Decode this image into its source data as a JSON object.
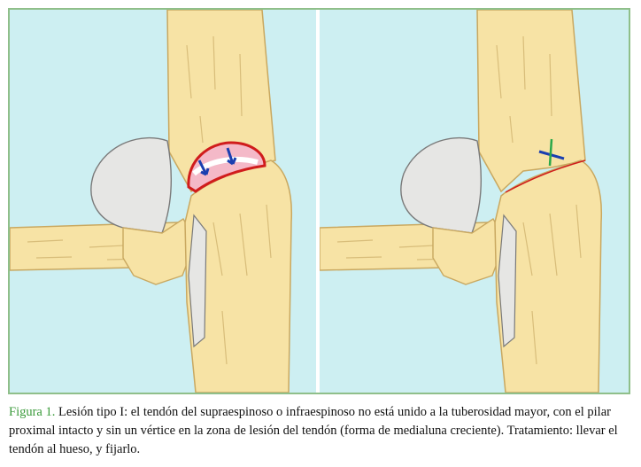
{
  "colors": {
    "background": "#cdeff2",
    "bone": "#f7e3a5",
    "bone_edge": "#c9a860",
    "head": "#e6e6e4",
    "tear_outline": "#d01c1c",
    "tear_fill": "#f4b9c8",
    "arrow": "#1a3fb0",
    "frame": "#8fbf8a",
    "caption_label": "#3a9a3a"
  },
  "figure": {
    "panels": [
      {
        "name": "before-repair",
        "shows": "crescent-tear-with-arrows"
      },
      {
        "name": "after-repair",
        "shows": "tendon-fixed-with-suture"
      }
    ]
  },
  "caption": {
    "label": "Figura 1.",
    "text": " Lesión tipo I: el tendón del supraespinoso o infraespinoso no está unido a la tuberosidad mayor, con el pilar proximal intacto y sin un vértice en la zona de lesión del tendón (forma de medialuna creciente). Tratamiento: llevar el tendón al hueso, y fijarlo."
  }
}
